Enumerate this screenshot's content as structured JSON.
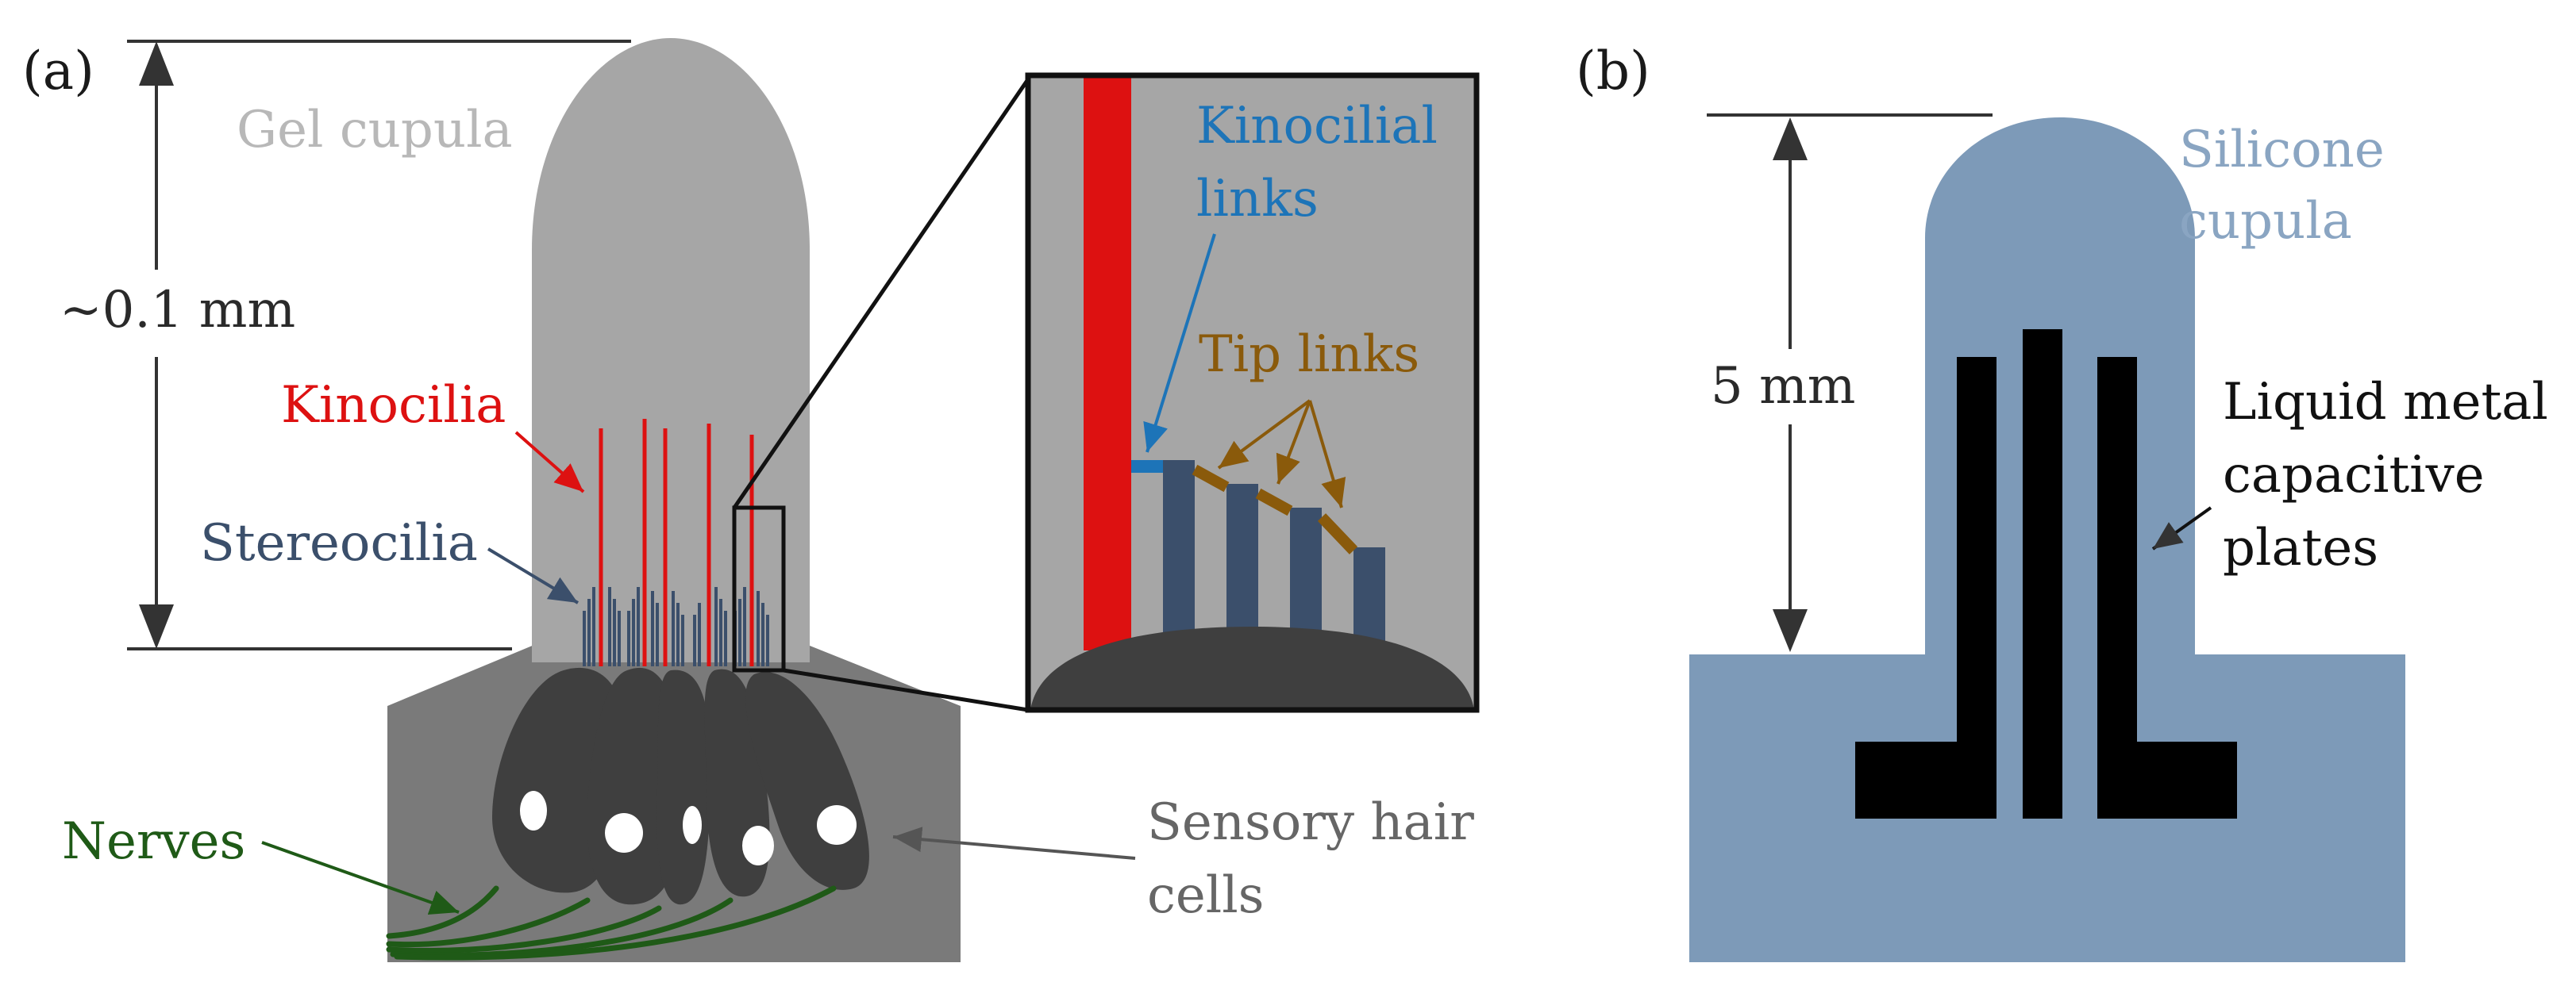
{
  "panel_a": {
    "panel_label": "(a)",
    "labels": {
      "gel_cupula": "Gel cupula",
      "dimension": "~0.1 mm",
      "kinocilia": "Kinocilia",
      "stereocilia": "Stereocilia",
      "nerves": "Nerves",
      "sensory_line1": "Sensory hair",
      "sensory_line2": "cells"
    },
    "inset": {
      "kinocilial_line1": "Kinocilial",
      "kinocilial_line2": "links",
      "tip_links": "Tip links"
    }
  },
  "panel_b": {
    "panel_label": "(b)",
    "labels": {
      "silicone_line1": "Silicone",
      "silicone_line2": "cupula",
      "dimension": "5 mm",
      "liquid_line1": "Liquid metal",
      "liquid_line2": "capacitive",
      "liquid_line3": "plates"
    }
  },
  "colors": {
    "gel_cupula": "#a6a6a6",
    "base_tissue": "#7a7a7a",
    "hair_cells": "#3f3f3f",
    "kinocilia": "#dd1111",
    "stereocilia": "#3b4f6b",
    "kinocilial_links": "#1d74b8",
    "tip_links": "#8a5a0b",
    "nerves": "#1f5a17",
    "silicone": "#7d9ab8",
    "liquid_metal": "#000000"
  }
}
